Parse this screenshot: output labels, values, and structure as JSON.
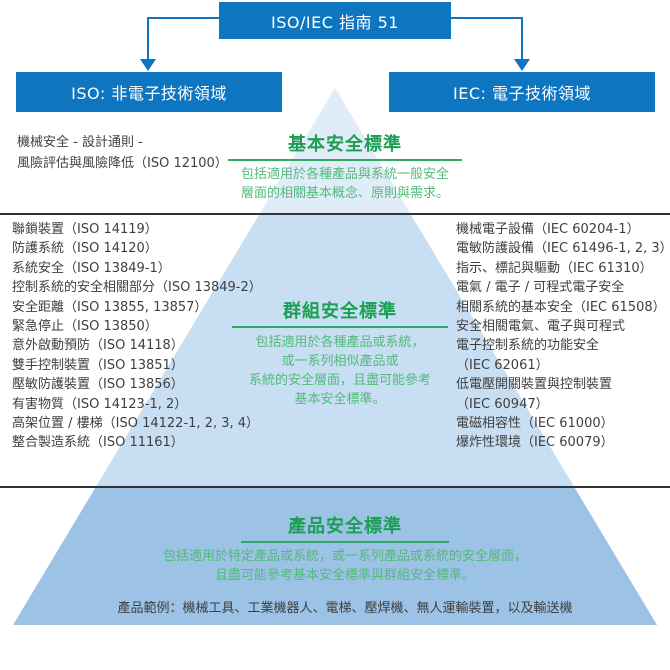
{
  "header": {
    "guide_box": "ISO/IEC 指南 51",
    "iso_box": "ISO: 非電子技術領域",
    "iec_box": "IEC: 電子技術領域"
  },
  "iso_note": {
    "line1": "機械安全 - 設計通則 -",
    "line2": "風險評估與風險降低（ISO 12100）"
  },
  "sections": {
    "basic": {
      "title": "基本安全標準",
      "desc_line1": "包括適用於各種產品與系統一般安全",
      "desc_line2": "層面的相關基本概念、原則與需求。"
    },
    "group": {
      "title": "群組安全標準",
      "desc_line1": "包括適用於各種產品或系統，",
      "desc_line2": "或一系列相似產品或",
      "desc_line3": "系統的安全層面，且盡可能參考",
      "desc_line4": "基本安全標準。"
    },
    "product": {
      "title": "產品安全標準",
      "desc_line1": "包括適用於特定產品或系統，或一系列產品或系統的安全層面，",
      "desc_line2": "且盡可能參考基本安全標準與群組安全標準。",
      "examples": "產品範例：機械工具、工業機器人、電梯、壓焊機、無人運輸裝置，以及輸送機"
    }
  },
  "iso_standards": {
    "items": [
      "聯鎖裝置（ISO 14119）",
      "防護系統（ISO 14120）",
      "系統安全（ISO 13849-1）",
      "控制系統的安全相關部分（ISO 13849-2）",
      "安全距離（ISO 13855, 13857）",
      "緊急停止（ISO 13850）",
      "意外啟動預防（ISO 14118）",
      "雙手控制裝置（ISO 13851）",
      "壓敏防護裝置（ISO 13856）",
      "有害物質（ISO 14123-1, 2）",
      "高架位置 / 樓梯（ISO 14122-1, 2, 3, 4）",
      "整合製造系統（ISO 11161）"
    ]
  },
  "iec_standards": {
    "items": [
      "機械電子設備（IEC 60204-1）",
      "電敏防護設備（IEC 61496-1, 2, 3）",
      "指示、標記與驅動（IEC 61310）",
      "電氣 / 電子 / 可程式電子安全",
      "相關系統的基本安全（IEC 61508）",
      "安全相關電氣、電子與可程式",
      "電子控制系統的功能安全",
      "（IEC 62061）",
      "低電壓開關裝置與控制裝置",
      "（IEC 60947）",
      "電磁相容性（IEC 61000）",
      "爆炸性環境（IEC 60079）"
    ]
  },
  "colors": {
    "box_blue": "#0E76C1",
    "pyramid_tier_top": "#E0ECF8",
    "pyramid_tier_middle": "#C8DEF2",
    "pyramid_tier_bottom": "#9CC2E5",
    "heading_green": "#1BA053",
    "body_green": "#53BA7C",
    "underline_green": "#2FA862",
    "dark_text": "#3F3F3F",
    "separator_line": "#333333"
  }
}
